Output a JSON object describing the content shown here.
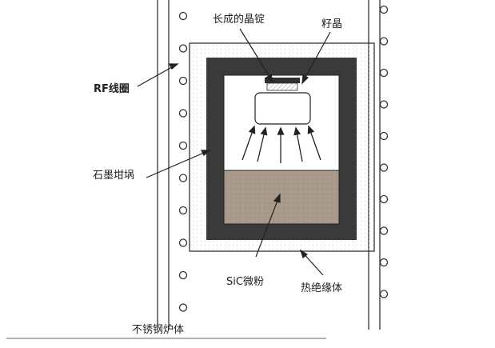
{
  "labels": {
    "grown_ingot": "长成的晶锭",
    "seed_crystal": "籽晶",
    "rf_coil": "RF线圈",
    "graphite_crucible": "石墨坩埚",
    "sic_powder": "SiC微粉",
    "insulation": "热绝缘体",
    "steel_body": "不锈钢炉体"
  },
  "colors": {
    "crucible_wall": "#3a3a3a",
    "sic_powder": "#a8998a",
    "seed_crystal": "#2f2f2f",
    "insulation_dots": "#d4d4d4"
  }
}
